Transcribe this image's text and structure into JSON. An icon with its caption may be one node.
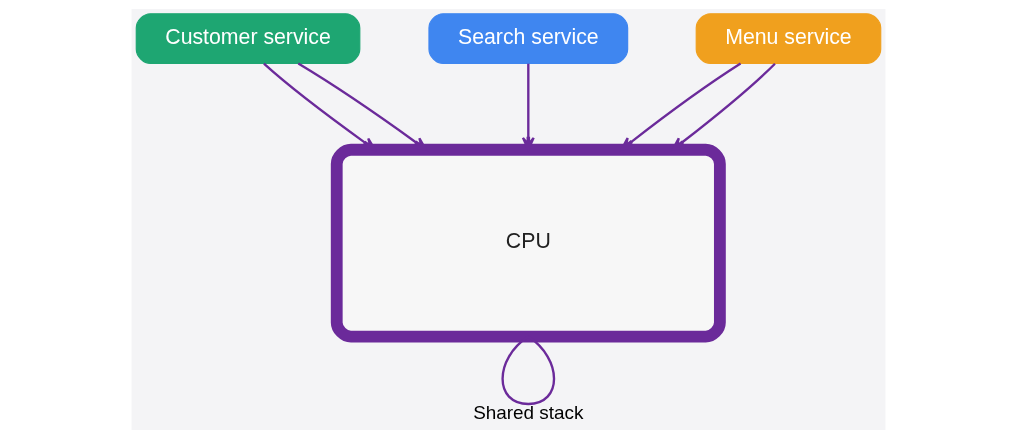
{
  "diagram": {
    "nodes": [
      {
        "text": [
          "Customer service"
        ]
      },
      {
        "text": [
          "Search service"
        ]
      },
      {
        "text": [
          "Menu service"
        ]
      },
      {
        "text": [
          "CPU"
        ]
      }
    ],
    "edges": [
      {
        "from": 0,
        "to": 3,
        "arrow": "to"
      },
      {
        "from": 0,
        "to": 3,
        "arrow": "to"
      },
      {
        "from": 1,
        "to": 3,
        "arrow": "to"
      },
      {
        "from": 2,
        "to": 3,
        "arrow": "to"
      },
      {
        "from": 2,
        "to": 3,
        "arrow": "to"
      },
      {
        "from": 3,
        "to": 3,
        "arrow": "none",
        "label": "Shared stack"
      }
    ]
  }
}
